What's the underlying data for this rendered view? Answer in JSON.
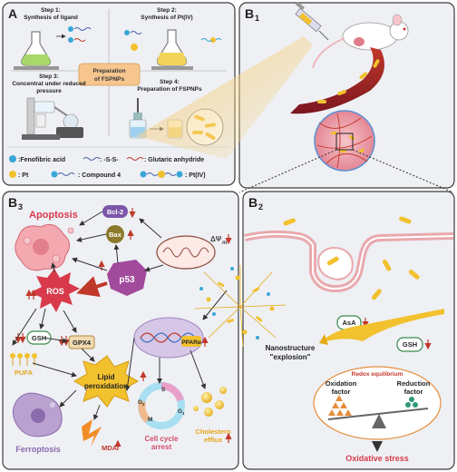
{
  "panels": {
    "a": {
      "label": "A",
      "step1": "Step 1:",
      "step1_text": "Synthesis of ligand",
      "step2": "Step 2:",
      "step2_text": "Synthesis of Pt(IV)",
      "step3": "Step 3:",
      "step3_text_1": "Concentrat under reduced",
      "step3_text_2": "pressure",
      "step4": "Step 4:",
      "step4_text": "Preparation of FSPNPs",
      "center_1": "Preparation",
      "center_2": "of FSPNPs",
      "legend": {
        "fenofibric": ":Fenofibric acid",
        "ss": ": -S-S-",
        "glutaric": ": Glutaric anhydride",
        "pt": ": Pt",
        "compound4": ": Compound 4",
        "ptiv": ": Pt(IV)"
      }
    },
    "b1": {
      "label": "B",
      "sub": "1"
    },
    "b2": {
      "label": "B",
      "sub": "2",
      "asa": "AsA",
      "gsh": "GSH",
      "nano_1": "Nanostructure",
      "nano_2": "\"explosion\"",
      "redox": "Redox equilibrium",
      "oxidation_1": "Oxidation",
      "oxidation_2": "factor",
      "reduction_1": "Reduction",
      "reduction_2": "factor",
      "oxidative": "Oxidative stress"
    },
    "b3": {
      "label": "B",
      "sub": "3",
      "apoptosis": "Apoptosis",
      "bcl2": "Bcl-2",
      "bax": "Bax",
      "delta": "ΔΨ",
      "delta_sub": "m",
      "p53": "p53",
      "ros": "ROS",
      "gsh": "GSH",
      "gpx4": "GPX4",
      "ppar": "PPARα",
      "pufa": "PUFA",
      "lipid_1": "Lipid",
      "lipid_2": "peroxidation",
      "ferroptosis": "Ferroptosis",
      "mda": "MDA",
      "cycle_1": "Cell cycle",
      "cycle_2": "arrest",
      "chol_1": "Cholestero",
      "chol_2": "efflux",
      "s": "S",
      "g2": "G",
      "g2sub": "2",
      "g1": "G",
      "g1sub": "1",
      "m": "M"
    }
  },
  "colors": {
    "panel_bg": "#eef0f4",
    "panel_border": "#3a3a3a",
    "red_arrow": "#c0392b",
    "gold": "#f0c230",
    "ros": "#d93a4b",
    "p53": "#a24a9b",
    "bcl2": "#7a55a8",
    "bax": "#8c7a2a"
  }
}
